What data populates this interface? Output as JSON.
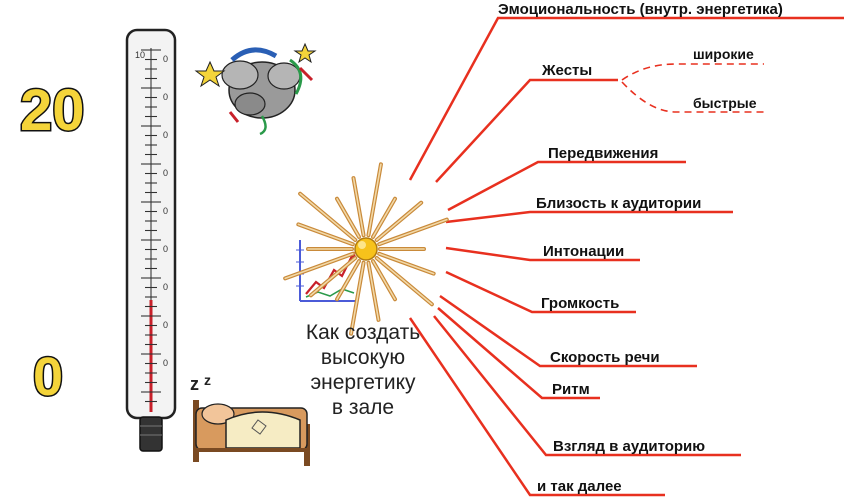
{
  "central_topic": {
    "lines": [
      "Как создать",
      "высокую",
      "энергетику",
      "в зале"
    ]
  },
  "branches": [
    {
      "label": "Эмоциональность (внутр. энергетика)"
    },
    {
      "label": "Жесты",
      "children": [
        {
          "label": "широкие"
        },
        {
          "label": "быстрые"
        }
      ]
    },
    {
      "label": "Передвижения"
    },
    {
      "label": "Близость к аудитории"
    },
    {
      "label": "Интонации"
    },
    {
      "label": "Громкость"
    },
    {
      "label": "Скорость речи"
    },
    {
      "label": "Ритм"
    },
    {
      "label": "Взгляд в аудиторию"
    },
    {
      "label": "и так далее"
    }
  ],
  "thermometer": {
    "scale_top": "20",
    "scale_bottom": "0",
    "tick_labels": [
      "10",
      "0",
      "0",
      "0",
      "0",
      "0",
      "0",
      "0",
      "0",
      "0"
    ]
  },
  "colors": {
    "branch_line": "#e8301f",
    "child_line": "#e8301f",
    "scale_number_fill": "#f4d43a",
    "sun": "#f7c21b",
    "mercury": "#c8202a"
  },
  "icons": {
    "storm": "storm-cloud-icon",
    "sleep": "sleeping-in-bed-icon",
    "chart": "rising-chart-icon",
    "sun": "radiant-sun-icon"
  }
}
